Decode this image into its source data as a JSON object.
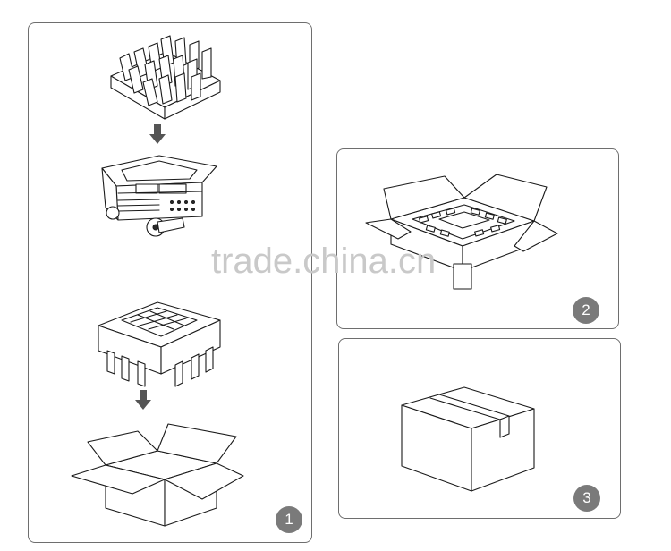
{
  "steps": [
    {
      "number": "1"
    },
    {
      "number": "2"
    },
    {
      "number": "3"
    }
  ],
  "watermark": "trade.china.cn"
}
